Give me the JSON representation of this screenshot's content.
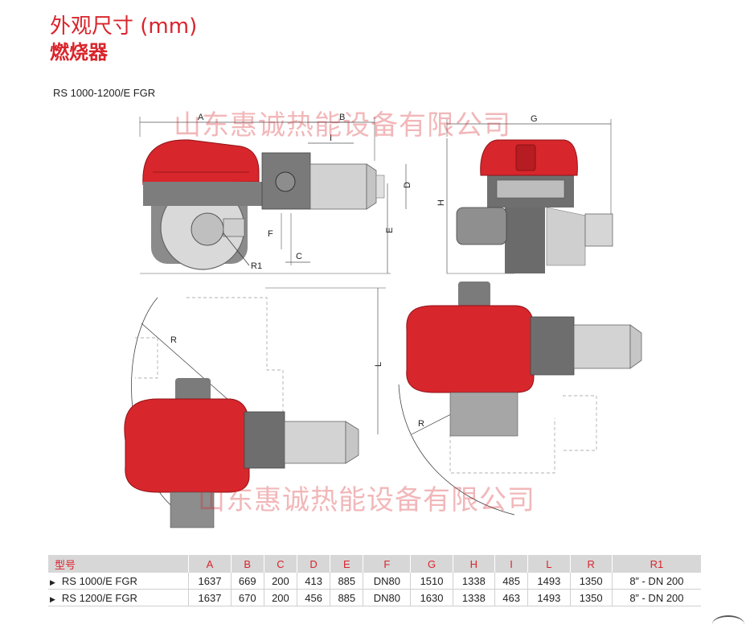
{
  "header": {
    "title_line1": "外观尺寸 (mm)",
    "title_line2": "燃烧器"
  },
  "model_caption": "RS 1000-1200/E FGR",
  "watermark": "山东惠诚热能设备有限公司",
  "dimension_labels": {
    "A": "A",
    "B": "B",
    "C": "C",
    "D": "D",
    "E": "E",
    "F": "F",
    "G": "G",
    "H": "H",
    "I": "I",
    "L": "L",
    "R": "R",
    "R1": "R1"
  },
  "colors": {
    "accent_red": "#d9242b",
    "burner_red": "#d7262c",
    "table_header_bg": "#d7d7d7"
  },
  "table": {
    "headers": [
      "型号",
      "A",
      "B",
      "C",
      "D",
      "E",
      "F",
      "G",
      "H",
      "I",
      "L",
      "R",
      "R1"
    ],
    "rows": [
      {
        "model": "RS 1000/E FGR",
        "A": "1637",
        "B": "669",
        "C": "200",
        "D": "413",
        "E": "885",
        "F": "DN80",
        "G": "1510",
        "H": "1338",
        "I": "485",
        "L": "1493",
        "R": "1350",
        "R1": "8”   - DN 200"
      },
      {
        "model": "RS 1200/E FGR",
        "A": "1637",
        "B": "670",
        "C": "200",
        "D": "456",
        "E": "885",
        "F": "DN80",
        "G": "1630",
        "H": "1338",
        "I": "463",
        "L": "1493",
        "R": "1350",
        "R1": "8”   - DN 200"
      }
    ]
  }
}
